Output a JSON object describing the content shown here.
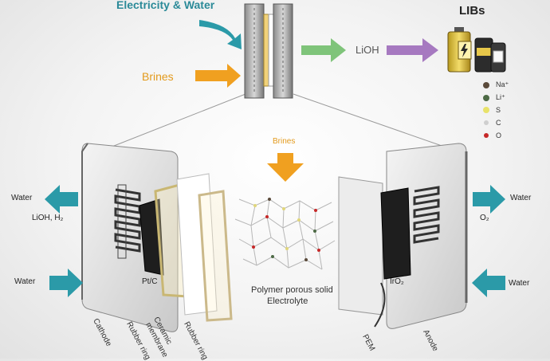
{
  "top": {
    "input_label": "Electricity & Water",
    "brines_label": "Brines",
    "product_label": "LiOH",
    "output_label": "LIBs"
  },
  "legend": [
    {
      "label": "Na⁺",
      "color": "#5a4a3a"
    },
    {
      "label": "Li⁺",
      "color": "#4d6a45"
    },
    {
      "label": "S",
      "color": "#e8e26a"
    },
    {
      "label": "C",
      "color": "#cfcfcf"
    },
    {
      "label": "O",
      "color": "#c62828"
    }
  ],
  "center": {
    "brines_label": "Brines",
    "electrolyte_label_line1": "Polymer porous solid",
    "electrolyte_label_line2": "Electrolyte"
  },
  "left": {
    "water_out": "Water",
    "byproducts": "LiOH, H₂",
    "water_in": "Water",
    "catalyst": "Pt/C"
  },
  "right": {
    "water_out": "Water",
    "byproduct": "O₂",
    "water_in": "Water",
    "catalyst": "IrO₂"
  },
  "components": {
    "cathode": "Cathode",
    "rubber_ring_1": "Rubber ring",
    "ceramic_1": "Ceramic",
    "ceramic_2": "membrane",
    "rubber_ring_2": "Rubber ring",
    "pem": "PEM",
    "anode": "Anode"
  },
  "colors": {
    "teal": "#2b9aa8",
    "orange": "#f0a020",
    "green": "#7fc47a",
    "purple": "#a679c0",
    "battery_yellow": "#e8c84a"
  }
}
